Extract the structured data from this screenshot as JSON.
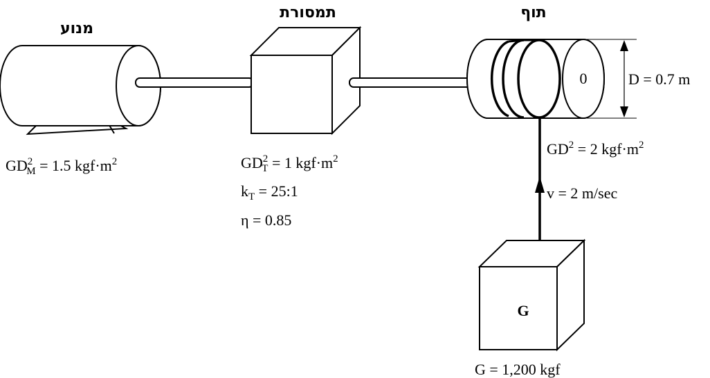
{
  "labels": {
    "motor_title": "מנוע",
    "gearbox_title": "תמסורת",
    "drum_title": "תוף",
    "drum_center": "0",
    "load_symbol": "G"
  },
  "motor": {
    "gd2_base": "GD",
    "gd2_sup": "2",
    "gd2_sub": "M",
    "gd2_value": " = 1.5 kgf·m",
    "gd2_unit_sup": "2"
  },
  "gearbox": {
    "gd2_base": "GD",
    "gd2_sup": "2",
    "gd2_sub": "T",
    "gd2_value": " = 1 kgf·m",
    "gd2_unit_sup": "2",
    "ratio_base": "k",
    "ratio_sub": "T",
    "ratio_value": " = 25:1",
    "efficiency": "η = 0.85"
  },
  "drum": {
    "diameter": "D = 0.7 m",
    "gd2_base": "GD",
    "gd2_sup": "2",
    "gd2_value": " = 2 kgf·m",
    "gd2_unit_sup": "2",
    "velocity": "v = 2 m/sec"
  },
  "load": {
    "weight": "G = 1,200 kgf"
  }
}
